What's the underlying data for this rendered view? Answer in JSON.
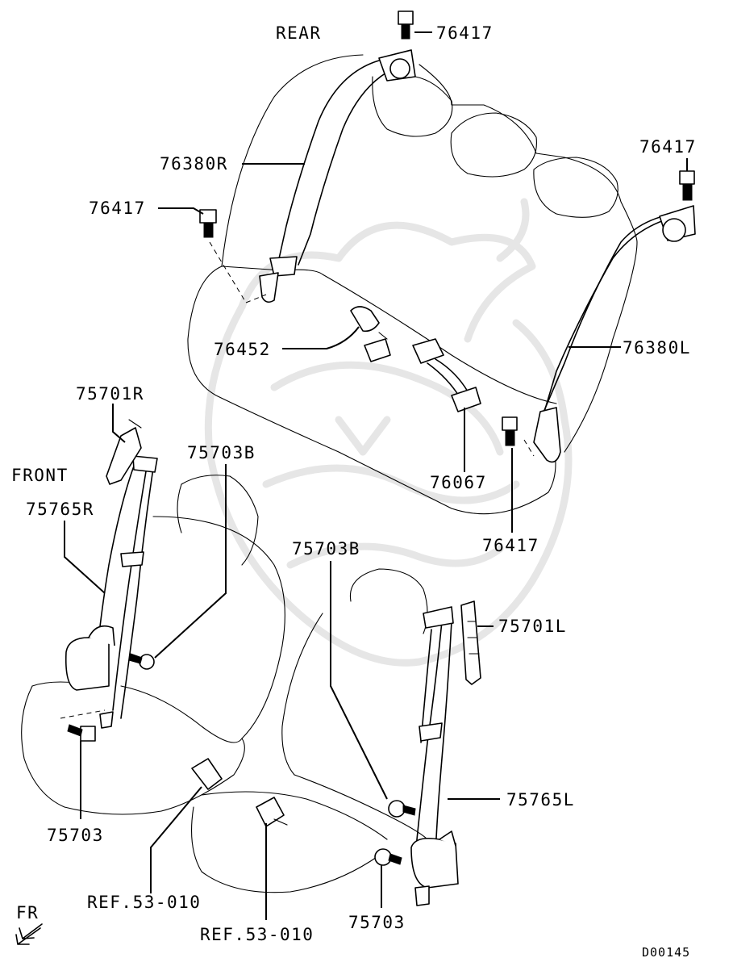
{
  "labels": {
    "rear": "REAR",
    "front": "FRONT",
    "bolt_top": "76417",
    "bolt_right_top": "76417",
    "bolt_left": "76417",
    "bolt_center": "76417",
    "belt_rear_right": "76380R",
    "belt_rear_left": "76380L",
    "buckle_rear_a": "76452",
    "buckle_rear_b": "76067",
    "adjuster_right": "75701R",
    "adjuster_left": "75701L",
    "bolt_front_right": "75703B",
    "bolt_front_left": "75703B",
    "belt_front_right": "75765R",
    "belt_front_left": "75765L",
    "bolt_lower_right": "75703",
    "bolt_lower_left": "75703",
    "ref_a": "REF.53-010",
    "ref_b": "REF.53-010",
    "fr": "FR",
    "diagram_code": "D00145"
  }
}
